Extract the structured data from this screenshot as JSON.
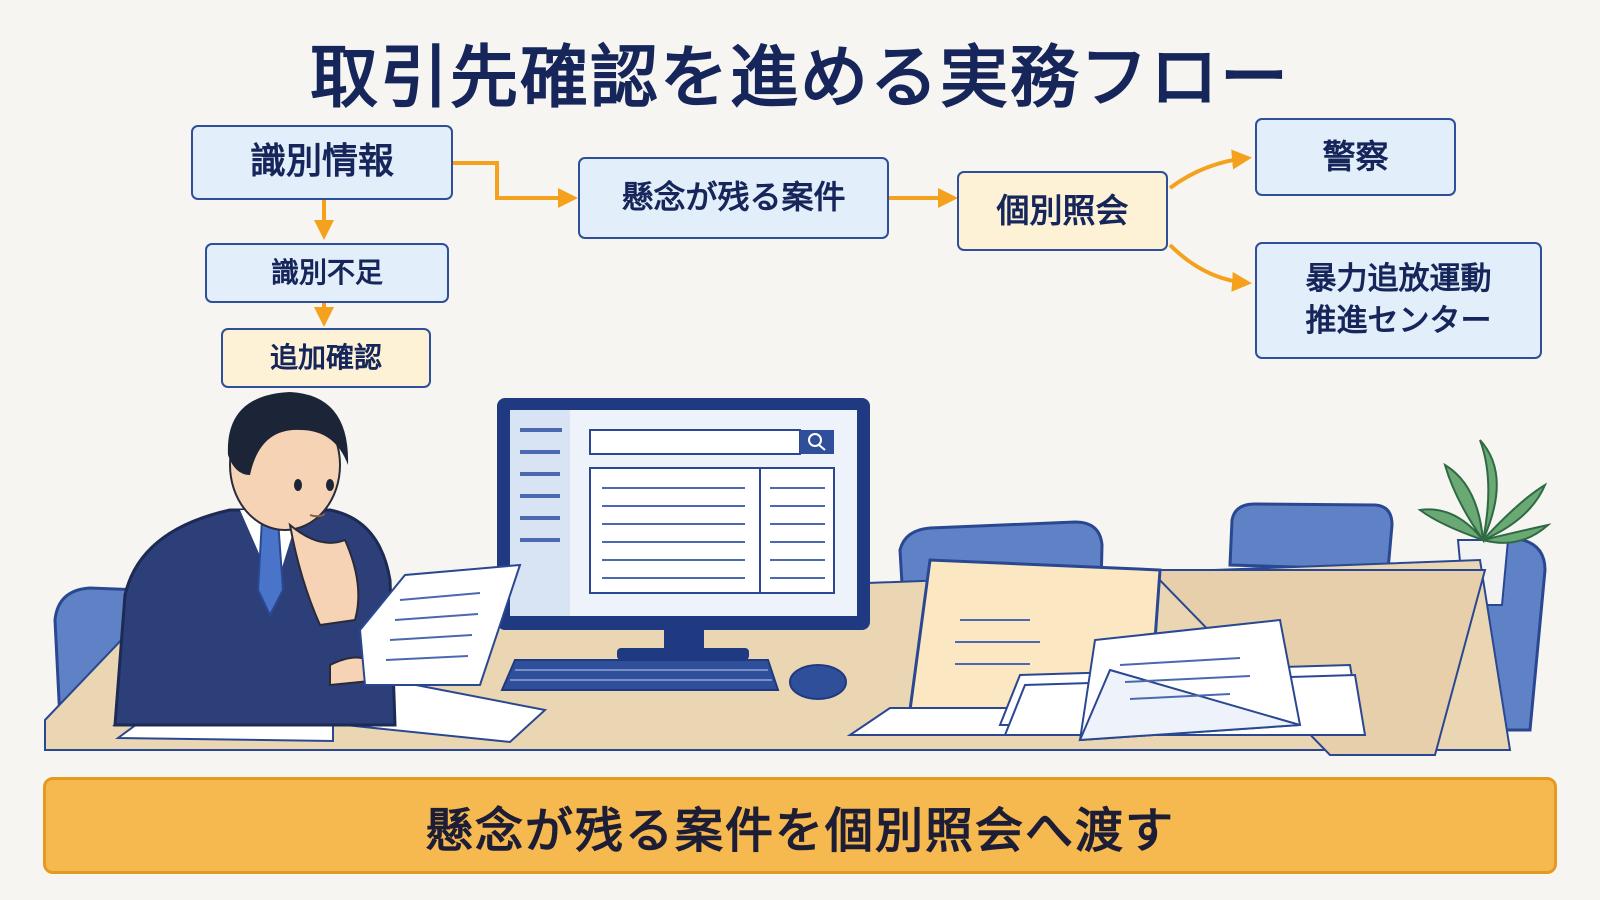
{
  "title": "取引先確認を進める実務フロー",
  "flow": {
    "identification_info": "識別情報",
    "identification_shortage": "識別不足",
    "additional_check": "追加確認",
    "remaining_concern": "懸念が残る案件",
    "individual_inquiry": "個別照会",
    "police": "警察",
    "anti_violence_center": "暴力追放運動\n推進センター"
  },
  "banner": "懸念が残る案件を個別照会へ渡す",
  "colors": {
    "arrow": "#f4a21e",
    "box_border": "#2f4f9a",
    "box_blue": "#e3eefb",
    "box_yellow": "#fdf2d6",
    "title": "#16265a",
    "banner_fill": "#f6b94f"
  }
}
